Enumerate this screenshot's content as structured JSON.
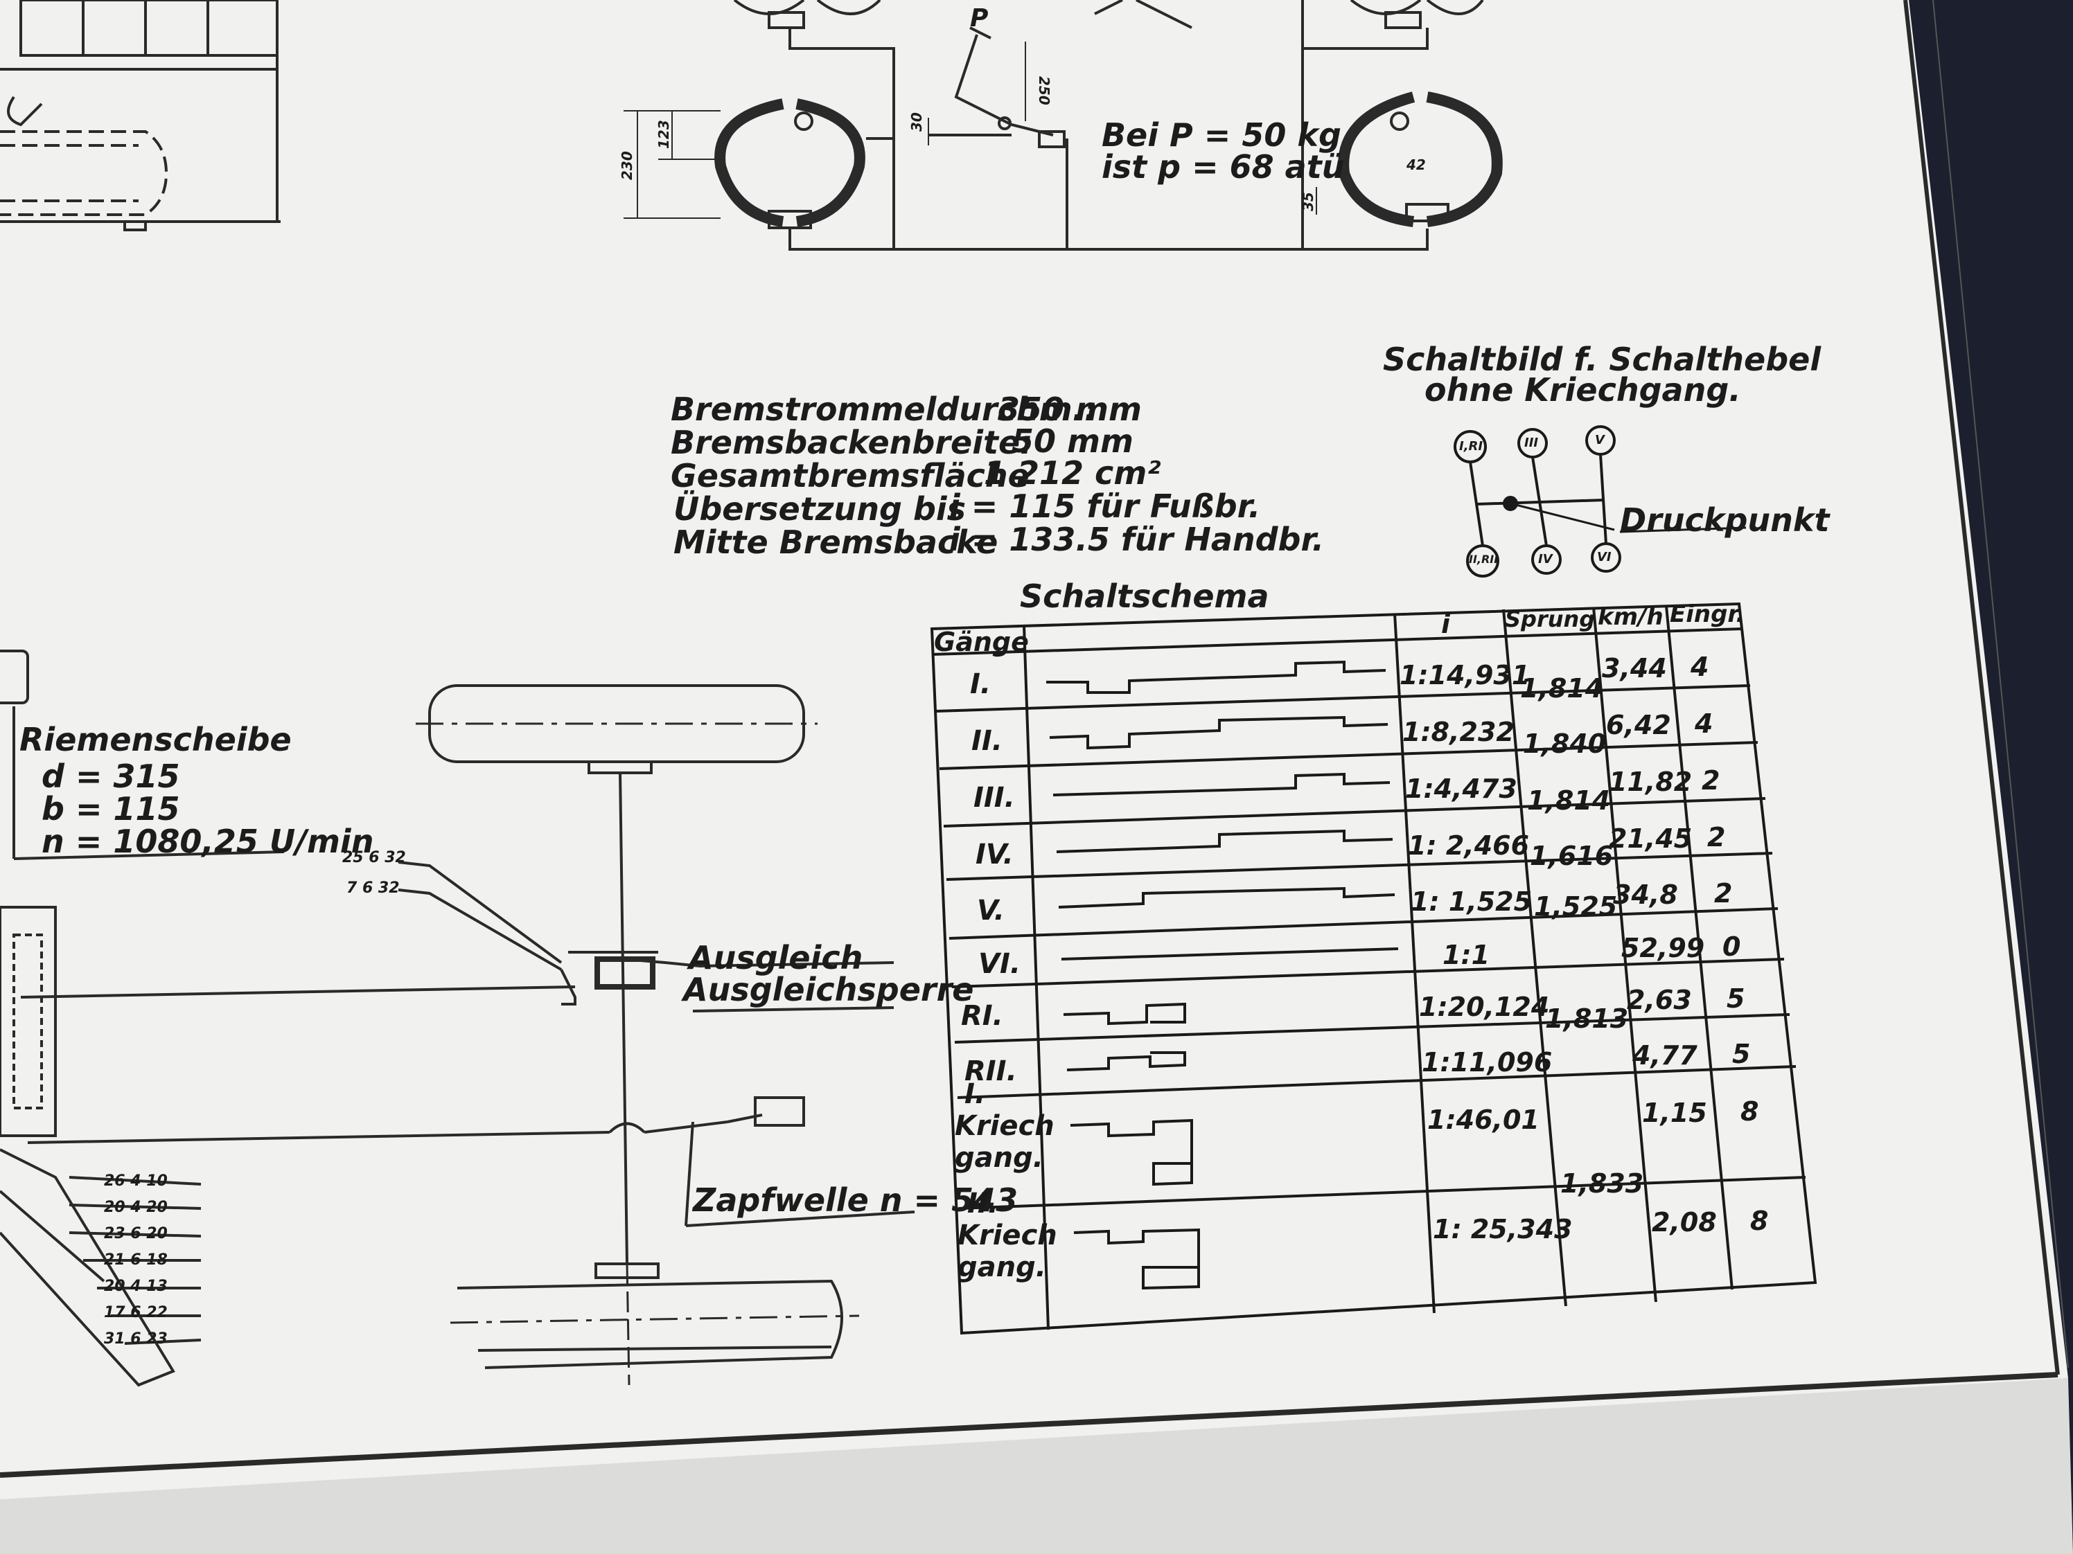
{
  "brake": {
    "force_note_1": "Bei P = 50 kg",
    "force_note_2": "ist p = 68 atü",
    "pedal_label": "P",
    "dims": [
      "250",
      "30",
      "123",
      "230",
      "35",
      "42"
    ]
  },
  "specs": {
    "lines": [
      {
        "label": "Bremstrommeldurchm.:",
        "value": "350 mm"
      },
      {
        "label": "Bremsbackenbreite:",
        "value": "50 mm"
      },
      {
        "label": "Gesamtbremsfläche",
        "value": "1 212 cm²"
      },
      {
        "label": "Übersetzung bis",
        "value": "i = 115 für Fußbr."
      },
      {
        "label": "Mitte Bremsbacke",
        "value": "i = 133.5 für Handbr."
      }
    ]
  },
  "shift_pattern": {
    "title_1": "Schaltbild f. Schalthebel",
    "title_2": "ohne Kriechgang.",
    "top": [
      "I,RI",
      "III",
      "V"
    ],
    "bottom": [
      "II,RII",
      "IV",
      "VI"
    ],
    "druckpunkt": "Druckpunkt"
  },
  "pulley": {
    "title": "Riemenscheibe",
    "d": "d = 315",
    "b": "b = 115",
    "n": "n = 1080,25 U/min"
  },
  "drive": {
    "ausgleich": "Ausgleich",
    "ausgleichsperre": "Ausgleichsperre",
    "zapfwelle": "Zapfwelle n = 543",
    "gear_left_1": "25  6  32",
    "gear_left_2": "7  6  32",
    "gear_table": [
      "26  4  10",
      "20  4  20",
      "23  6  20",
      "21  6  18",
      "20  4  13",
      "17  6  22",
      "31  6  23"
    ]
  },
  "schaltschema": {
    "title": "Schaltschema",
    "headers": {
      "gear": "Gänge",
      "ratio": "i",
      "jump": "Sprung",
      "speed": "km/h",
      "engagement": "Eingr."
    },
    "rows": [
      {
        "gear": "I.",
        "ratio": "1:14,931",
        "speed": "3,44",
        "engagement": "4"
      },
      {
        "gear": "II.",
        "ratio": "1:8,232",
        "speed": "6,42",
        "engagement": "4"
      },
      {
        "gear": "III.",
        "ratio": "1:4,473",
        "speed": "11,82",
        "engagement": "2"
      },
      {
        "gear": "IV.",
        "ratio": "1: 2,466",
        "speed": "21,45",
        "engagement": "2"
      },
      {
        "gear": "V.",
        "ratio": "1: 1,525",
        "speed": "34,8",
        "engagement": "2"
      },
      {
        "gear": "VI.",
        "ratio": "1:1",
        "speed": "52,99",
        "engagement": "0"
      },
      {
        "gear": "RI.",
        "ratio": "1:20,124",
        "speed": "2,63",
        "engagement": "5"
      },
      {
        "gear": "RII.",
        "ratio": "1:11,096",
        "speed": "4,77",
        "engagement": "5"
      },
      {
        "gear": "I. Kriech gang.",
        "ratio": "1:46,01",
        "speed": "1,15",
        "engagement": "8"
      },
      {
        "gear": "II. Kriech gang.",
        "ratio": "1: 25,343",
        "speed": "2,08",
        "engagement": "8"
      }
    ],
    "jumps": [
      "1,814",
      "1,840",
      "1,814",
      "1,616",
      "1,525",
      "1,813",
      "1,833"
    ],
    "gear_lines": {
      "I.": [
        "I."
      ],
      "II.": [
        "II."
      ],
      "I. Kriech gang.": [
        "I.",
        "Kriech",
        "gang."
      ],
      "II. Kriech gang.": [
        "II.",
        "Kriech",
        "gang."
      ]
    }
  }
}
